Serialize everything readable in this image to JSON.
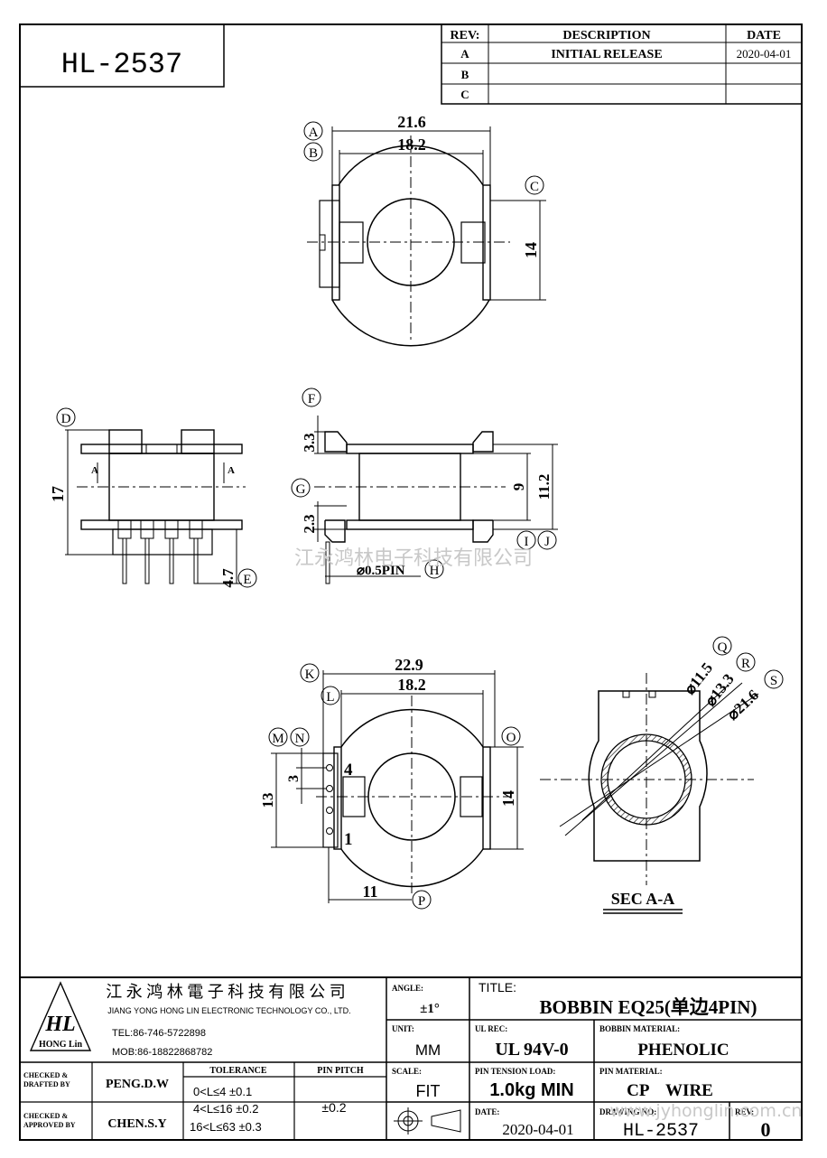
{
  "part_number": "HL-2537",
  "revision_table": {
    "headers": {
      "rev": "REV:",
      "description": "DESCRIPTION",
      "date": "DATE"
    },
    "rows": [
      {
        "rev": "A",
        "description": "INITIAL RELEASE",
        "date": "2020-04-01"
      },
      {
        "rev": "B",
        "description": "",
        "date": ""
      },
      {
        "rev": "C",
        "description": "",
        "date": ""
      }
    ]
  },
  "top_view": {
    "dim_overall": "21.6",
    "dim_inner": "18.2",
    "dim_height": "14",
    "callouts": [
      "A",
      "B",
      "C"
    ]
  },
  "front_view": {
    "dim_height": "17",
    "dim_pin": "4.7",
    "section_mark": "A",
    "callouts": [
      "D",
      "E"
    ]
  },
  "side_view": {
    "dim_top": "3.3",
    "dim_bottom": "2.3",
    "dim_inner": "9",
    "dim_outer": "11.2",
    "pin_label": "⌀0.5PIN",
    "callouts": [
      "F",
      "G",
      "H",
      "I",
      "J"
    ]
  },
  "bottom_view": {
    "dim_overall": "22.9",
    "dim_inner": "18.2",
    "dim_pitch": "3",
    "dim_span": "13",
    "dim_height": "14",
    "dim_offset": "11",
    "pin_first": "1",
    "pin_last": "4",
    "callouts": [
      "K",
      "L",
      "M",
      "N",
      "O",
      "P"
    ]
  },
  "section_view": {
    "d1": "⌀11.5",
    "d2": "⌀13.3",
    "d3": "⌀21.6",
    "label": "SEC A-A",
    "callouts": [
      "Q",
      "R",
      "S"
    ]
  },
  "watermark": "江永鸿林电子科技有限公司",
  "watermark_url": "www.jyhonglin.com.cn",
  "company": {
    "name_cn": "江 永 鸿 林 電 子 科 技 有 限 公 司",
    "name_en": "JIANG YONG HONG LIN ELECTRONIC TECHNOLOGY CO., LTD.",
    "logo_letters": "HL",
    "logo_caption": "HONG Lin",
    "tel": "TEL:86-746-5722898",
    "mob": "MOB:86-18822868782"
  },
  "title_block": {
    "checked_label": "CHECKED & DRAFTED BY",
    "checked_value": "PENG.D.W",
    "approved_label": "CHECKED & APPROVED BY",
    "approved_value": "CHEN.S.Y",
    "tolerance_label": "TOLERANCE",
    "tolerances": [
      "0<L≤4   ±0.1",
      "4<L≤16  ±0.2",
      "16<L≤63 ±0.3"
    ],
    "pin_pitch_label": "PIN PITCH",
    "pin_pitch_value": "±0.2",
    "angle_label": "ANGLE:",
    "angle_value": "±1°",
    "unit_label": "UNIT:",
    "unit_value": "MM",
    "scale_label": "SCALE:",
    "scale_value": "FIT",
    "title_label": "TITLE:",
    "title_value": "BOBBIN EQ25(单边4PIN)",
    "ul_label": "UL REC:",
    "ul_value": "UL 94V-0",
    "bobbin_material_label": "BOBBIN MATERIAL:",
    "bobbin_material_value": "PHENOLIC",
    "pin_tension_label": "PIN TENSION LOAD:",
    "pin_tension_value": "1.0kg MIN",
    "pin_material_label": "PIN MATERIAL:",
    "pin_material_value": "CP    WIRE",
    "date_label": "DATE:",
    "date_value": "2020-04-01",
    "drawing_no_label": "DRAWING NO:",
    "drawing_no_value": "HL-2537",
    "rev_label": "REV:",
    "rev_value": "0"
  }
}
